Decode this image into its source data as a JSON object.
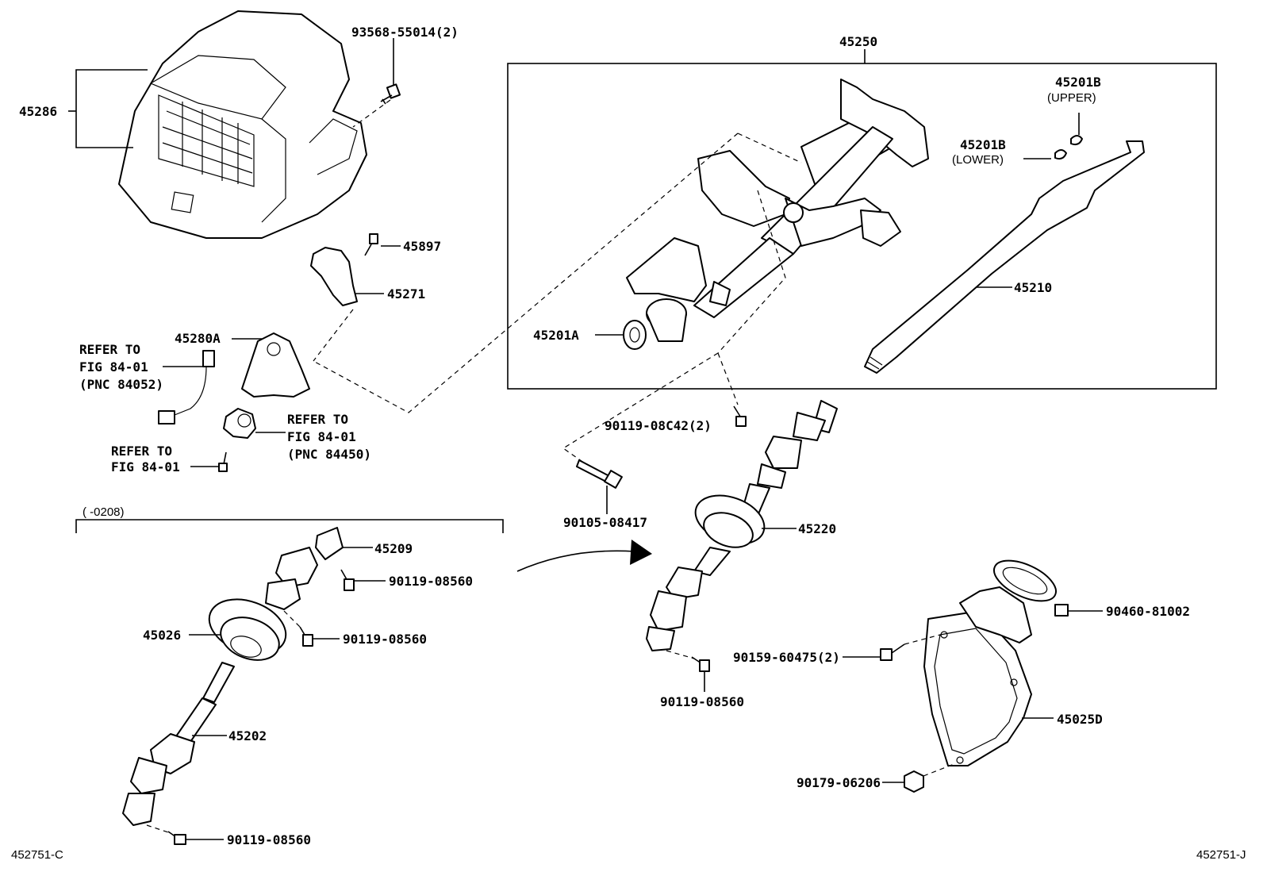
{
  "labels": {
    "p45286": "45286",
    "p93568": "93568-55014(2)",
    "p45250": "45250",
    "p45201B_up": "45201B",
    "upper": "(UPPER)",
    "p45201B_lo": "45201B",
    "lower": "(LOWER)",
    "p45897": "45897",
    "p45271": "45271",
    "p45280A": "45280A",
    "refer1a": "REFER TO",
    "refer1b": "FIG 84-01",
    "refer1c": "(PNC 84052)",
    "refer2a": "REFER TO",
    "refer2b": "FIG 84-01",
    "refer2c": "(PNC 84450)",
    "refer3a": "REFER TO",
    "refer3b": "FIG 84-01",
    "p45201A": "45201A",
    "p45210": "45210",
    "p90119_08C42": "90119-08C42(2)",
    "p90105": "90105-08417",
    "range": "(    -0208)",
    "p45209": "45209",
    "p90119_a": "90119-08560",
    "p90119_b": "90119-08560",
    "p45026": "45026",
    "p45202": "45202",
    "p90119_c": "90119-08560",
    "p45220": "45220",
    "p90460": "90460-81002",
    "p90159": "90159-60475(2)",
    "p90119_d": "90119-08560",
    "p45025D": "45025D",
    "p90179": "90179-06206",
    "code_left": "452751-C",
    "code_right": "452751-J"
  }
}
